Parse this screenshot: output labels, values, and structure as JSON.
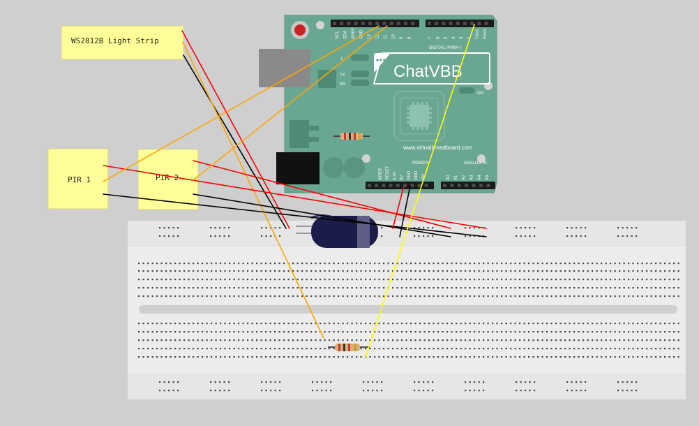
{
  "components": {
    "led_strip": {
      "label": "WS2812B Light Strip",
      "fill": "#ffff99"
    },
    "pir1": {
      "label": "PIR 1",
      "fill": "#ffff99"
    },
    "pir2": {
      "label": "PIR 2",
      "fill": "#ffff99"
    }
  },
  "arduino": {
    "brand": "ChatVBB",
    "url": "www.virtualbreadboard.com",
    "digital_label": "DIGITAL (PWM~)",
    "power_label": "POWER",
    "analog_label": "ANALOG IN",
    "led_tx": "TX",
    "led_rx": "RX",
    "led_l": "L",
    "on_label": "ON",
    "board_color": "#6aa792",
    "top_pins_left": [
      "SCL",
      "SDA",
      "AREF",
      "GND",
      "13",
      "12",
      "11",
      "10",
      "9",
      "8"
    ],
    "top_pins_right": [
      "7",
      "6",
      "5",
      "4",
      "3",
      "2",
      "TX>1",
      "RX<0"
    ],
    "power_pins": [
      "IOREF",
      "RESET",
      "3.3V",
      "5V",
      "GND",
      "GND",
      "Vin"
    ],
    "analog_pins": [
      "A0",
      "A1",
      "A2",
      "A3",
      "A4",
      "A5"
    ]
  },
  "wire_colors": {
    "red": "#ff0000",
    "black": "#000000",
    "orange": "#ffa500",
    "yellow": "#ffff00"
  }
}
